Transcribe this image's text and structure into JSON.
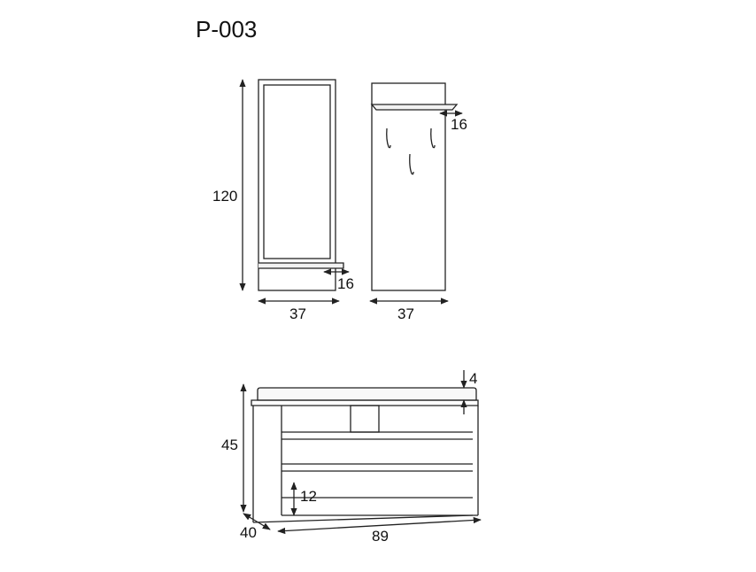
{
  "title": "P-003",
  "mirror": {
    "height": "120",
    "width": "37",
    "shelf_depth": "16"
  },
  "coat_panel": {
    "width": "37",
    "shelf_depth": "16"
  },
  "bench": {
    "cushion": "4",
    "height": "45",
    "shelf_gap": "12",
    "depth": "40",
    "width": "89"
  },
  "colors": {
    "line": "#222222",
    "accent_fill": "#f2f2f2"
  }
}
